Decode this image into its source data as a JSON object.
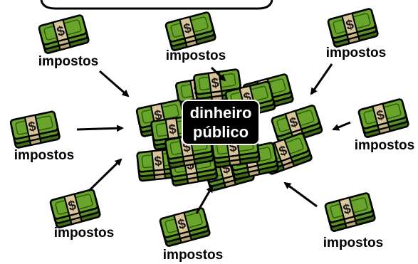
{
  "diagram": {
    "center": {
      "line1": "dinheiro",
      "line2": "público"
    },
    "sources": [
      {
        "label": "impostos"
      },
      {
        "label": "impostos"
      },
      {
        "label": "impostos"
      },
      {
        "label": "impostos"
      },
      {
        "label": "impostos"
      },
      {
        "label": "impostos"
      },
      {
        "label": "impostos"
      },
      {
        "label": "impostos"
      }
    ],
    "colors": {
      "bill_green": "#6aa52b",
      "bill_dark": "#3f6e16",
      "band": "#d8c69a",
      "center_box": "#000000",
      "center_text": "#ffffff",
      "arrow": "#000000"
    },
    "icons": {
      "money": "money-stack-icon"
    }
  }
}
